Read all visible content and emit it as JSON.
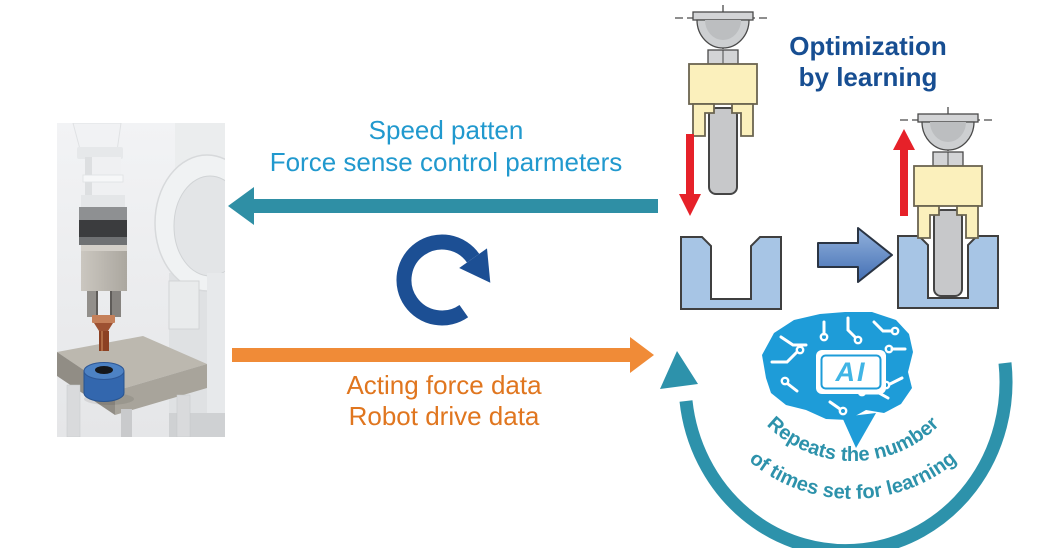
{
  "title": {
    "line1": "Optimization",
    "line2": "by learning",
    "color": "#174e92"
  },
  "feedback": {
    "line1": "Speed patten",
    "line2": "Force sense control parmeters",
    "text_color": "#2199ce",
    "arrow_color": "#2f8fa5",
    "direction": "left"
  },
  "forward": {
    "line1": "Acting force data",
    "line2": "Robot drive data",
    "text_color": "#e0761f",
    "arrow_color": "#f08b37",
    "direction": "right"
  },
  "loop_icon": {
    "name": "clockwise-loop-icon",
    "color": "#1c4f94"
  },
  "insertion_diagram": {
    "down_arrow_color": "#e62129",
    "up_arrow_color": "#e62129",
    "transition_arrow_color": "#4d79be",
    "slot_color": "#a7c5e5",
    "gripper_color": "#fbf0bc",
    "peg_color": "#c7c8ca"
  },
  "ai": {
    "label": "AI",
    "color": "#1e9cd8",
    "icon": "ai-brain-circuit-icon"
  },
  "repeat_arrow": {
    "line1": "Repeats the number",
    "line2": "of times set for learning",
    "color": "#2d92ab",
    "icon": "cycle-arrow-icon"
  },
  "photo": {
    "description": "robot arm inserting peg into blue ring on table"
  }
}
